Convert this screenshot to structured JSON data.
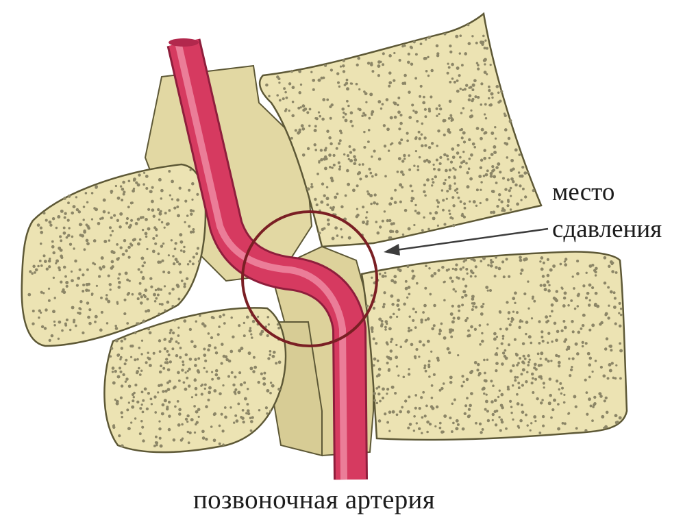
{
  "labels": {
    "compression_line1": "место",
    "compression_line2": "сдавления",
    "artery": "позвоночная артерия"
  },
  "colors": {
    "bone_fill": "#ece3b3",
    "bone_outline": "#5d5836",
    "bone_dots": "#8c8667",
    "artery": "#d63a60",
    "artery_highlight": "#ee8aa2",
    "artery_dark": "#a92447",
    "circle_ring": "#7a1f24",
    "background": "#ffffff"
  }
}
